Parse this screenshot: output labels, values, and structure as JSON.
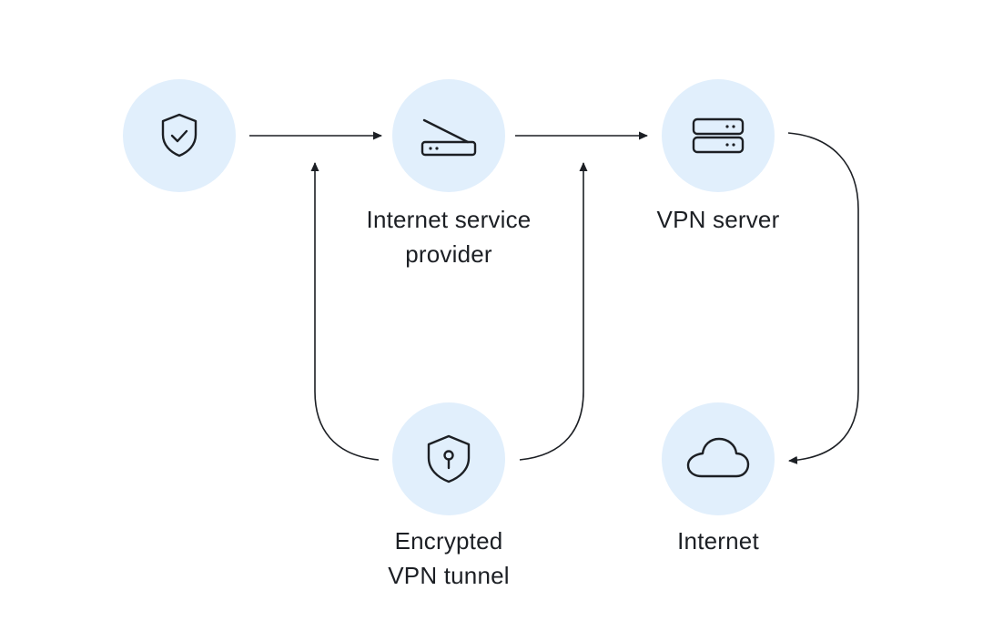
{
  "nodes": {
    "device": {
      "label": "",
      "icon": "shield-check-icon"
    },
    "isp": {
      "label": "Internet service\nprovider",
      "icon": "router-icon"
    },
    "vpn_server": {
      "label": "VPN server",
      "icon": "server-stack-icon"
    },
    "tunnel": {
      "label": "Encrypted\nVPN tunnel",
      "icon": "shield-keyhole-icon"
    },
    "internet": {
      "label": "Internet",
      "icon": "cloud-icon"
    }
  },
  "colors": {
    "node_fill": "#e1effc",
    "stroke": "#1c1f24",
    "text": "#1c1f24",
    "background": "#ffffff"
  }
}
